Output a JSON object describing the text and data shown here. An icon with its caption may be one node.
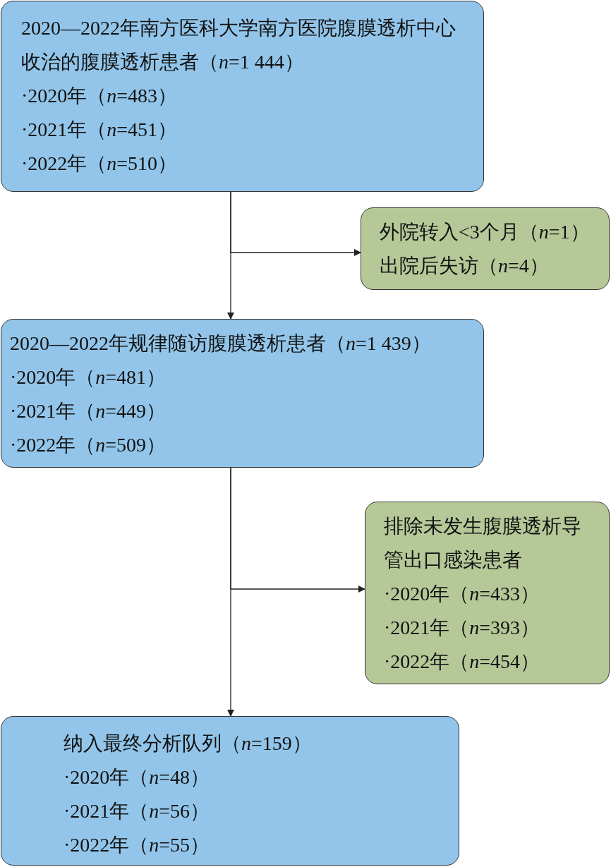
{
  "diagram": {
    "nodes": [
      {
        "text": [
          "2020—2022年南方医科大学南方医院腹膜透析中心收治的腹膜透析患者（*n*=1 444）",
          "·2020年（*n*=483）",
          "·2021年（*n*=451）",
          "·2022年（*n*=510）"
        ]
      },
      {
        "text": [
          "外院转入<3个月（*n*=1）",
          "出院后失访（*n*=4）"
        ]
      },
      {
        "text": [
          "2020—2022年规律随访腹膜透析患者（*n*=1 439）",
          "·2020年（*n*=481）",
          "·2021年（*n*=449）",
          "·2022年（*n*=509）"
        ]
      },
      {
        "text": [
          "排除未发生腹膜透析导管出口感染患者",
          "·2020年（*n*=433）",
          "·2021年（*n*=393）",
          "·2022年（*n*=454）"
        ]
      },
      {
        "text": [
          "纳入最终分析队列（*n*=159）",
          "·2020年（*n*=48）",
          "·2021年（*n*=56）",
          "·2022年（*n*=55）"
        ]
      }
    ],
    "edges": [
      {
        "from": 0,
        "to": 2,
        "arrow": "to"
      },
      {
        "from": 0,
        "to": 1,
        "arrow": "to"
      },
      {
        "from": 2,
        "to": 4,
        "arrow": "to"
      },
      {
        "from": 2,
        "to": 3,
        "arrow": "to"
      }
    ]
  }
}
